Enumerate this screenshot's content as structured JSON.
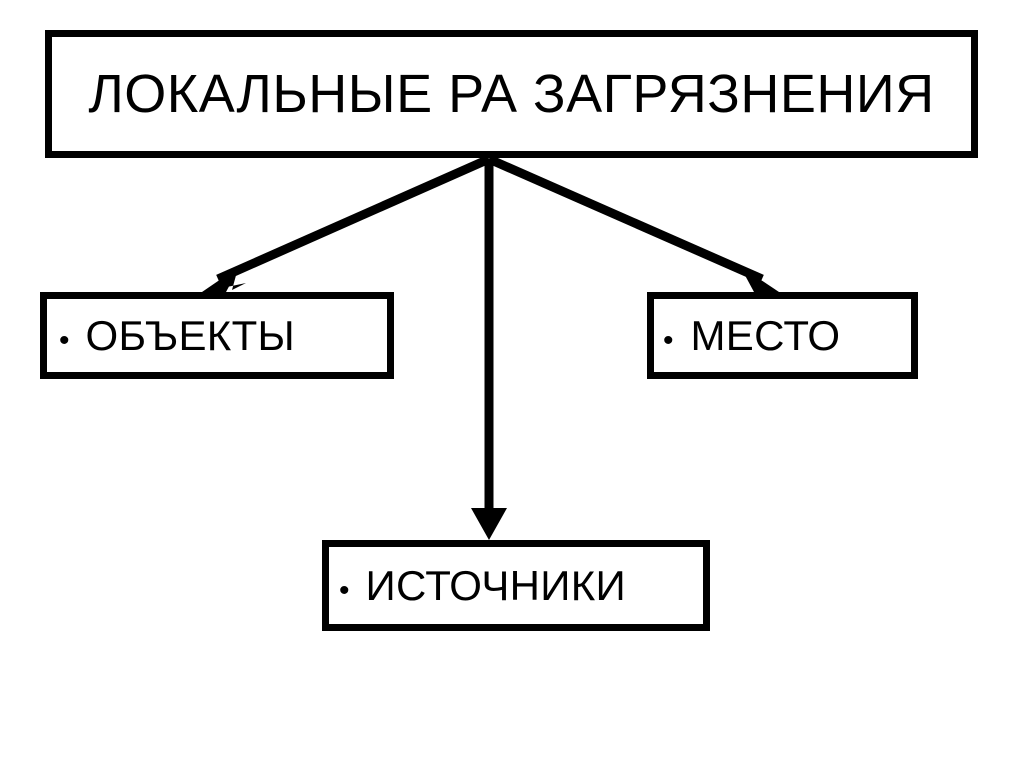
{
  "diagram": {
    "title_node": {
      "label": "ЛОКАЛЬНЫЕ РА ЗАГРЯЗНЕНИЯ"
    },
    "child_nodes": [
      {
        "bullet": "•",
        "label": "ОБЪЕКТЫ"
      },
      {
        "bullet": "•",
        "label": "МЕСТО"
      },
      {
        "bullet": "•",
        "label": "ИСТОЧНИКИ"
      }
    ],
    "connectors": [
      {
        "from": "title",
        "to": "objects",
        "direction": "down-left"
      },
      {
        "from": "title",
        "to": "sources",
        "direction": "down"
      },
      {
        "from": "title",
        "to": "place",
        "direction": "down-right"
      }
    ],
    "colors": {
      "background": "#ffffff",
      "stroke": "#000000",
      "text": "#000000",
      "fill": "#ffffff"
    }
  }
}
